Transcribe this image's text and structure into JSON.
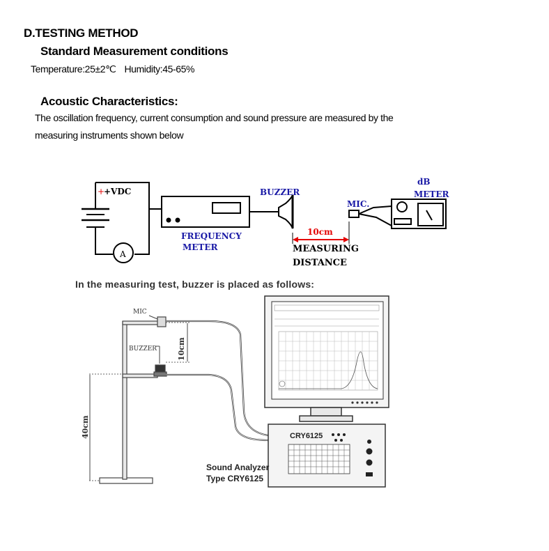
{
  "section_title": "D.TESTING METHOD",
  "standard_heading": "Standard Measurement conditions",
  "conditions": {
    "temperature": "Temperature:25±2℃",
    "humidity": "Humidity:45-65%"
  },
  "acoustic_heading": "Acoustic Characteristics:",
  "description_line1": "The oscillation frequency, current consumption and sound pressure are measured by the",
  "description_line2": "measuring instruments shown below",
  "diagram1": {
    "vdc_label": "+VDC",
    "ammeter_label": "A",
    "frequency_meter_label_1": "FREQUENCY",
    "frequency_meter_label_2": "METER",
    "buzzer_label": "BUZZER",
    "distance_value": "10cm",
    "distance_label_1": "MEASURING",
    "distance_label_2": "DISTANCE",
    "mic_label": "MIC.",
    "db_meter_label_1": "dB",
    "db_meter_label_2": "METER"
  },
  "placement_caption": "In the measuring test, buzzer is placed as follows:",
  "diagram2": {
    "mic_label": "MIC",
    "buzzer_label": "BUZZER",
    "height_10": "10cm",
    "height_40": "40cm",
    "analyzer_model": "CRY6125",
    "analyzer_label_1": "Sound Analyzer",
    "analyzer_label_2": "Type CRY6125"
  }
}
